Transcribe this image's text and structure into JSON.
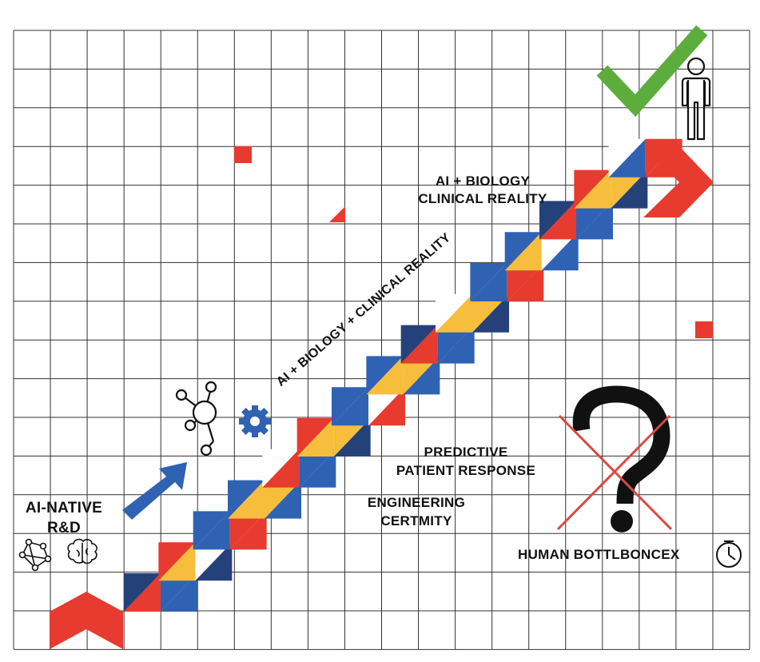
{
  "labels": {
    "top_title_line1": "AI + BIOLOGY",
    "top_title_line2": "CLINICAL REALITY",
    "diagonal_label": "AI + BIOLOGY +  CLINICAL REALITY",
    "predictive_line1": "PREDICTIVE",
    "predictive_line2": "PATIENT RESPONSE",
    "engineering_line1": "ENGINEERING",
    "engineering_line2": "CERTMITY",
    "ai_native_line1": "AI-NATIVE",
    "ai_native_line2": "R&D",
    "human_bottleneck": "HUMAN BOTTLBONCEX"
  },
  "icons": [
    "network-icon",
    "gear-icon",
    "arrow-up-right-icon",
    "checkmark-icon",
    "person-icon",
    "question-mark-icon",
    "x-cross-icon",
    "clock-icon",
    "graph-nodes-icon",
    "brain-icon"
  ],
  "colors": {
    "red": "#e63b2e",
    "blue": "#2f62b3",
    "navy": "#24417a",
    "yellow": "#f6be3c",
    "green": "#5cad3c",
    "grid": "#222222"
  }
}
